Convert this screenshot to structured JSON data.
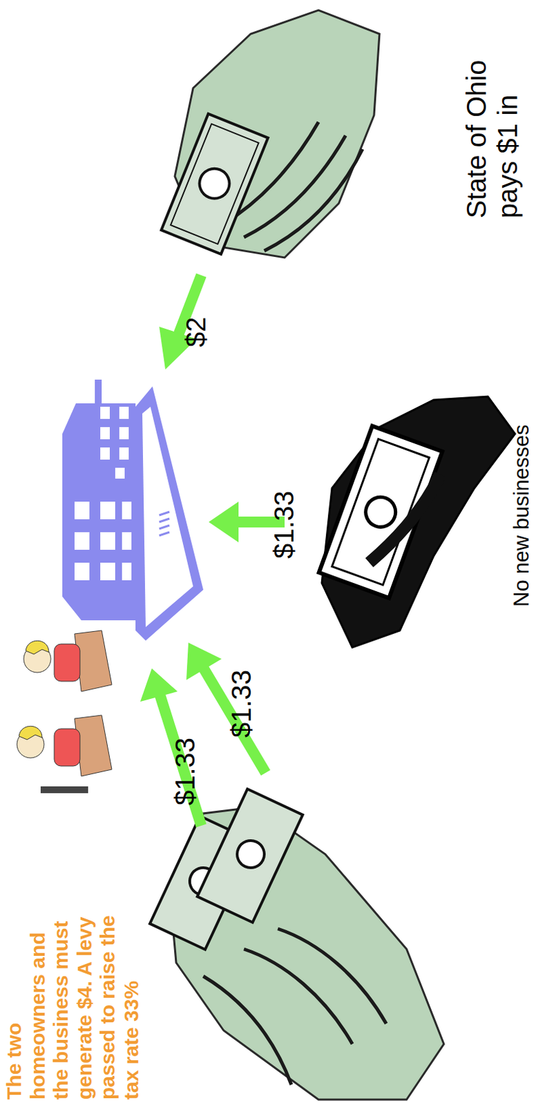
{
  "diagram": {
    "labels": [
      "State of Ohio pays $1 in",
      "$2",
      "$1.33",
      "$1.33",
      "$1.33",
      "No new businesses",
      "The two homeowners and the business must generate $4. A levy passed to raise the tax rate 33%"
    ]
  }
}
